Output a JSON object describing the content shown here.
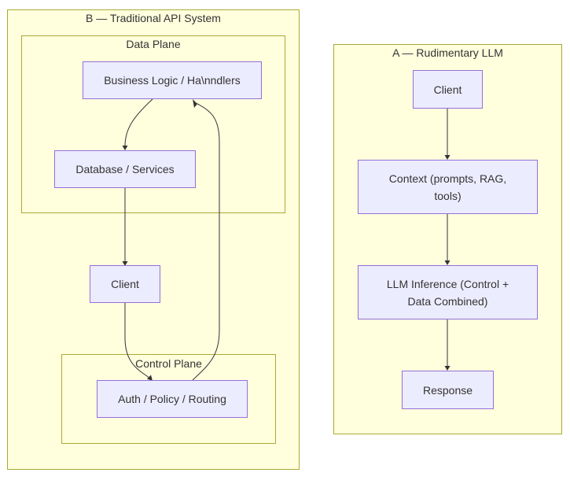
{
  "colors": {
    "cluster_fill": "#ffffde",
    "cluster_border": "#aaaa33",
    "node_fill": "#ececff",
    "node_border": "#9370db",
    "edge": "#333333",
    "text": "#333333"
  },
  "clusters": {
    "traditional": {
      "title": "B — Traditional API System"
    },
    "data_plane": {
      "title": "Data Plane"
    },
    "control_plane": {
      "title": "Control Plane"
    },
    "rudimentary": {
      "title": "A — Rudimentary LLM"
    }
  },
  "nodes": {
    "business_logic": "Business Logic / Ha\\nndlers",
    "database": "Database / Services",
    "client_b": "Client",
    "auth": "Auth / Policy / Routing",
    "client_a": "Client",
    "context": "Context (prompts, RAG, tools)",
    "inference": "LLM Inference (Control + Data Combined)",
    "response": "Response"
  }
}
